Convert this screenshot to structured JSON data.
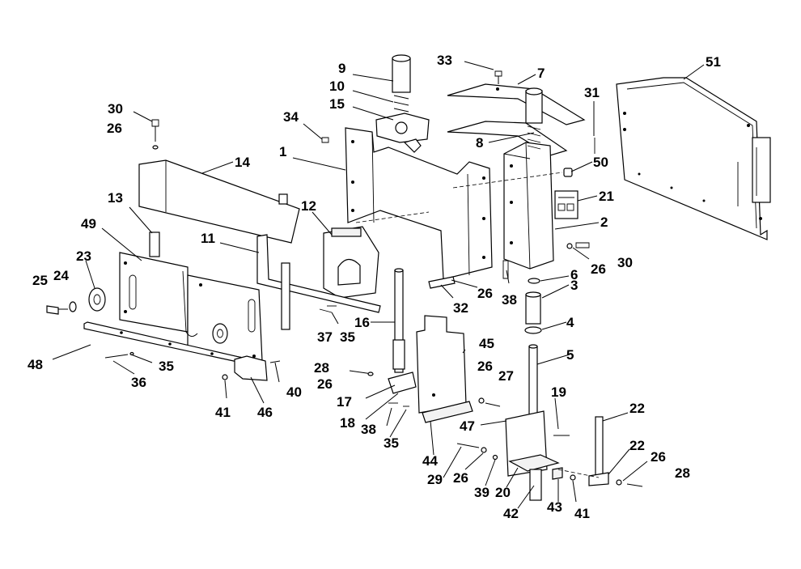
{
  "colors": {
    "line": "#000000",
    "background": "#ffffff",
    "panel_fill": "#f2f2f2"
  },
  "callouts": [
    {
      "id": "c9",
      "text": "9"
    },
    {
      "id": "c10",
      "text": "10"
    },
    {
      "id": "c15",
      "text": "15"
    },
    {
      "id": "c33",
      "text": "33"
    },
    {
      "id": "c7",
      "text": "7"
    },
    {
      "id": "c51",
      "text": "51"
    },
    {
      "id": "c31",
      "text": "31"
    },
    {
      "id": "c30a",
      "text": "30"
    },
    {
      "id": "c26a",
      "text": "26"
    },
    {
      "id": "c34",
      "text": "34"
    },
    {
      "id": "c1",
      "text": "1"
    },
    {
      "id": "c8",
      "text": "8"
    },
    {
      "id": "c50",
      "text": "50"
    },
    {
      "id": "c14",
      "text": "14"
    },
    {
      "id": "c21",
      "text": "21"
    },
    {
      "id": "c13",
      "text": "13"
    },
    {
      "id": "c12",
      "text": "12"
    },
    {
      "id": "c2",
      "text": "2"
    },
    {
      "id": "c49",
      "text": "49"
    },
    {
      "id": "c11",
      "text": "11"
    },
    {
      "id": "c26b",
      "text": "26"
    },
    {
      "id": "c30b",
      "text": "30"
    },
    {
      "id": "c23",
      "text": "23"
    },
    {
      "id": "c6",
      "text": "6"
    },
    {
      "id": "c25",
      "text": "25"
    },
    {
      "id": "c24",
      "text": "24"
    },
    {
      "id": "c3",
      "text": "3"
    },
    {
      "id": "c26c",
      "text": "26"
    },
    {
      "id": "c38a",
      "text": "38"
    },
    {
      "id": "c32",
      "text": "32"
    },
    {
      "id": "c37",
      "text": "37"
    },
    {
      "id": "c35a",
      "text": "35"
    },
    {
      "id": "c16",
      "text": "16"
    },
    {
      "id": "c4",
      "text": "4"
    },
    {
      "id": "c45",
      "text": "45"
    },
    {
      "id": "c48",
      "text": "48"
    },
    {
      "id": "c5",
      "text": "5"
    },
    {
      "id": "c28a",
      "text": "28"
    },
    {
      "id": "c26d",
      "text": "26"
    },
    {
      "id": "c27",
      "text": "27"
    },
    {
      "id": "c36",
      "text": "36"
    },
    {
      "id": "c35b",
      "text": "35"
    },
    {
      "id": "c26e",
      "text": "26"
    },
    {
      "id": "c40",
      "text": "40"
    },
    {
      "id": "c19",
      "text": "19"
    },
    {
      "id": "c17",
      "text": "17"
    },
    {
      "id": "c41a",
      "text": "41"
    },
    {
      "id": "c46",
      "text": "46"
    },
    {
      "id": "c22a",
      "text": "22"
    },
    {
      "id": "c18",
      "text": "18"
    },
    {
      "id": "c38b",
      "text": "38"
    },
    {
      "id": "c47",
      "text": "47"
    },
    {
      "id": "c35c",
      "text": "35"
    },
    {
      "id": "c22b",
      "text": "22"
    },
    {
      "id": "c26f",
      "text": "26"
    },
    {
      "id": "c44",
      "text": "44"
    },
    {
      "id": "c26g",
      "text": "26"
    },
    {
      "id": "c29",
      "text": "29"
    },
    {
      "id": "c39",
      "text": "39"
    },
    {
      "id": "c20",
      "text": "20"
    },
    {
      "id": "c28b",
      "text": "28"
    },
    {
      "id": "c42",
      "text": "42"
    },
    {
      "id": "c43",
      "text": "43"
    },
    {
      "id": "c41b",
      "text": "41"
    }
  ]
}
